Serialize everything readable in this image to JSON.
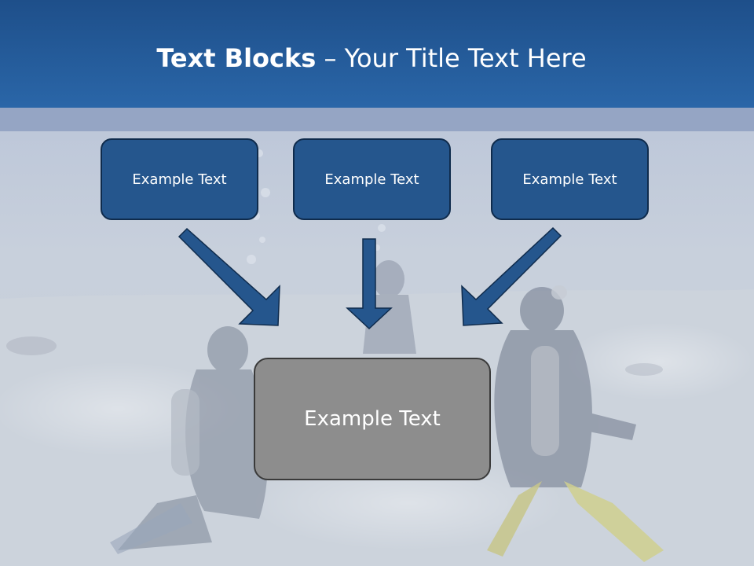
{
  "slide": {
    "title_bold": "Text Blocks",
    "title_rest": " – Your Title Text Here"
  },
  "blocks": [
    {
      "label": "Example Text"
    },
    {
      "label": "Example Text"
    },
    {
      "label": "Example Text"
    }
  ],
  "main_block": {
    "label": "Example Text"
  },
  "colors": {
    "header": "#2a66a8",
    "block_fill": "#25568d",
    "block_border": "#0f2b4c",
    "main_fill": "#8d8d8d",
    "arrow": "#25568d"
  }
}
